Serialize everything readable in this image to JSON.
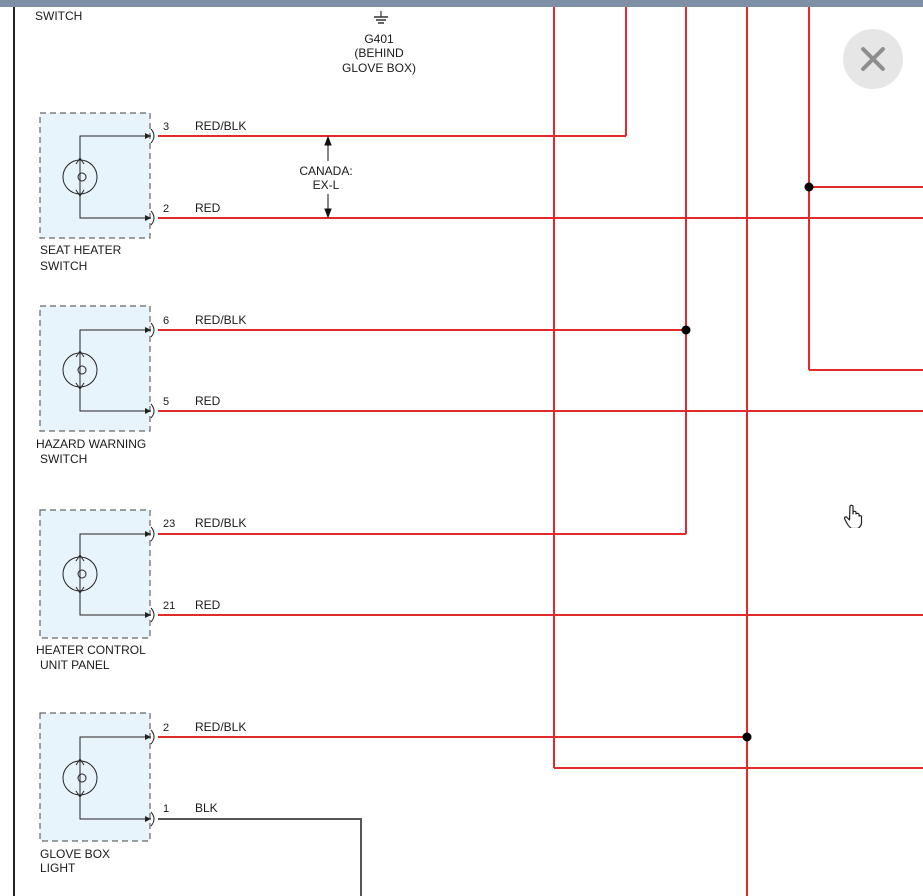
{
  "header": {
    "partial_label": "SWITCH"
  },
  "ground": {
    "label_line1": "G401",
    "label_line2": "(BEHIND",
    "label_line3": "GLOVE BOX)"
  },
  "note": {
    "line1": "CANADA:",
    "line2": "EX-L"
  },
  "components": [
    {
      "name_line1": "SEAT HEATER",
      "name_line2": "SWITCH",
      "pin_a": "3",
      "wire_a": "RED/BLK",
      "pin_b": "2",
      "wire_b": "RED"
    },
    {
      "name_line1": "HAZARD WARNING",
      "name_line2": "SWITCH",
      "pin_a": "6",
      "wire_a": "RED/BLK",
      "pin_b": "5",
      "wire_b": "RED"
    },
    {
      "name_line1": "HEATER CONTROL",
      "name_line2": "UNIT PANEL",
      "pin_a": "23",
      "wire_a": "RED/BLK",
      "pin_b": "21",
      "wire_b": "RED"
    },
    {
      "name_line1": "GLOVE BOX",
      "name_line2": "LIGHT",
      "pin_a": "2",
      "wire_a": "RED/BLK",
      "pin_b": "1",
      "wire_b": "BLK"
    }
  ],
  "colors": {
    "wire_red": "#e32a2a",
    "wire_black": "#555555",
    "component_fill": "#e8f4fc"
  },
  "icons": {
    "close": "close-icon",
    "cursor": "hand-pointer-icon",
    "ground": "ground-symbol-icon"
  }
}
